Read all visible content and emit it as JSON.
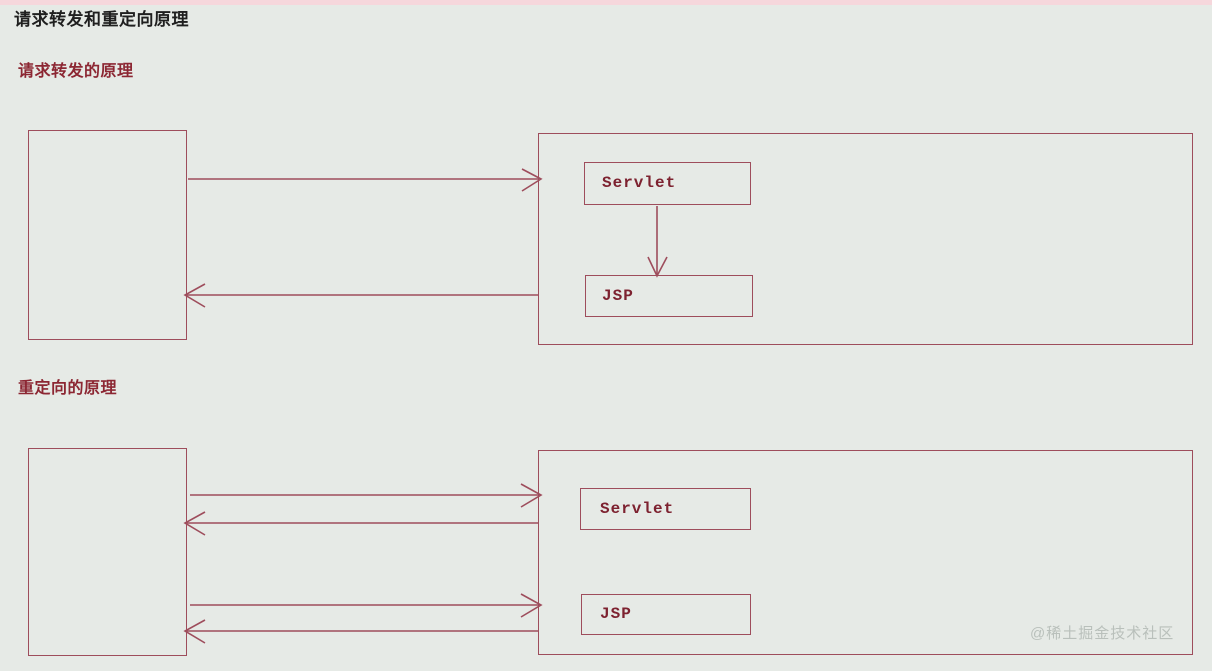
{
  "page": {
    "title": "请求转发和重定向原理",
    "background_color": "#e6eae6",
    "top_strip_color": "#f6d7dc",
    "line_color": "#9e4d5c",
    "heading_color": "#8c2733",
    "label_color": "#7d2230",
    "watermark": "@稀土掘金技术社区"
  },
  "sections": [
    {
      "heading": "请求转发的原理",
      "client_box_label": "",
      "server_box_label": "",
      "components": [
        {
          "label": "Servlet"
        },
        {
          "label": "JSP"
        }
      ],
      "arrows": [
        {
          "name": "request-to-servlet",
          "direction": "right"
        },
        {
          "name": "response-from-jsp",
          "direction": "left"
        },
        {
          "name": "servlet-to-jsp-forward",
          "direction": "down"
        }
      ]
    },
    {
      "heading": "重定向的原理",
      "client_box_label": "",
      "server_box_label": "",
      "components": [
        {
          "label": "Servlet"
        },
        {
          "label": "JSP"
        }
      ],
      "arrows": [
        {
          "name": "request-to-servlet",
          "direction": "right"
        },
        {
          "name": "redirect-response-from-servlet",
          "direction": "left"
        },
        {
          "name": "request-to-jsp",
          "direction": "right"
        },
        {
          "name": "response-from-jsp",
          "direction": "left"
        }
      ]
    }
  ]
}
